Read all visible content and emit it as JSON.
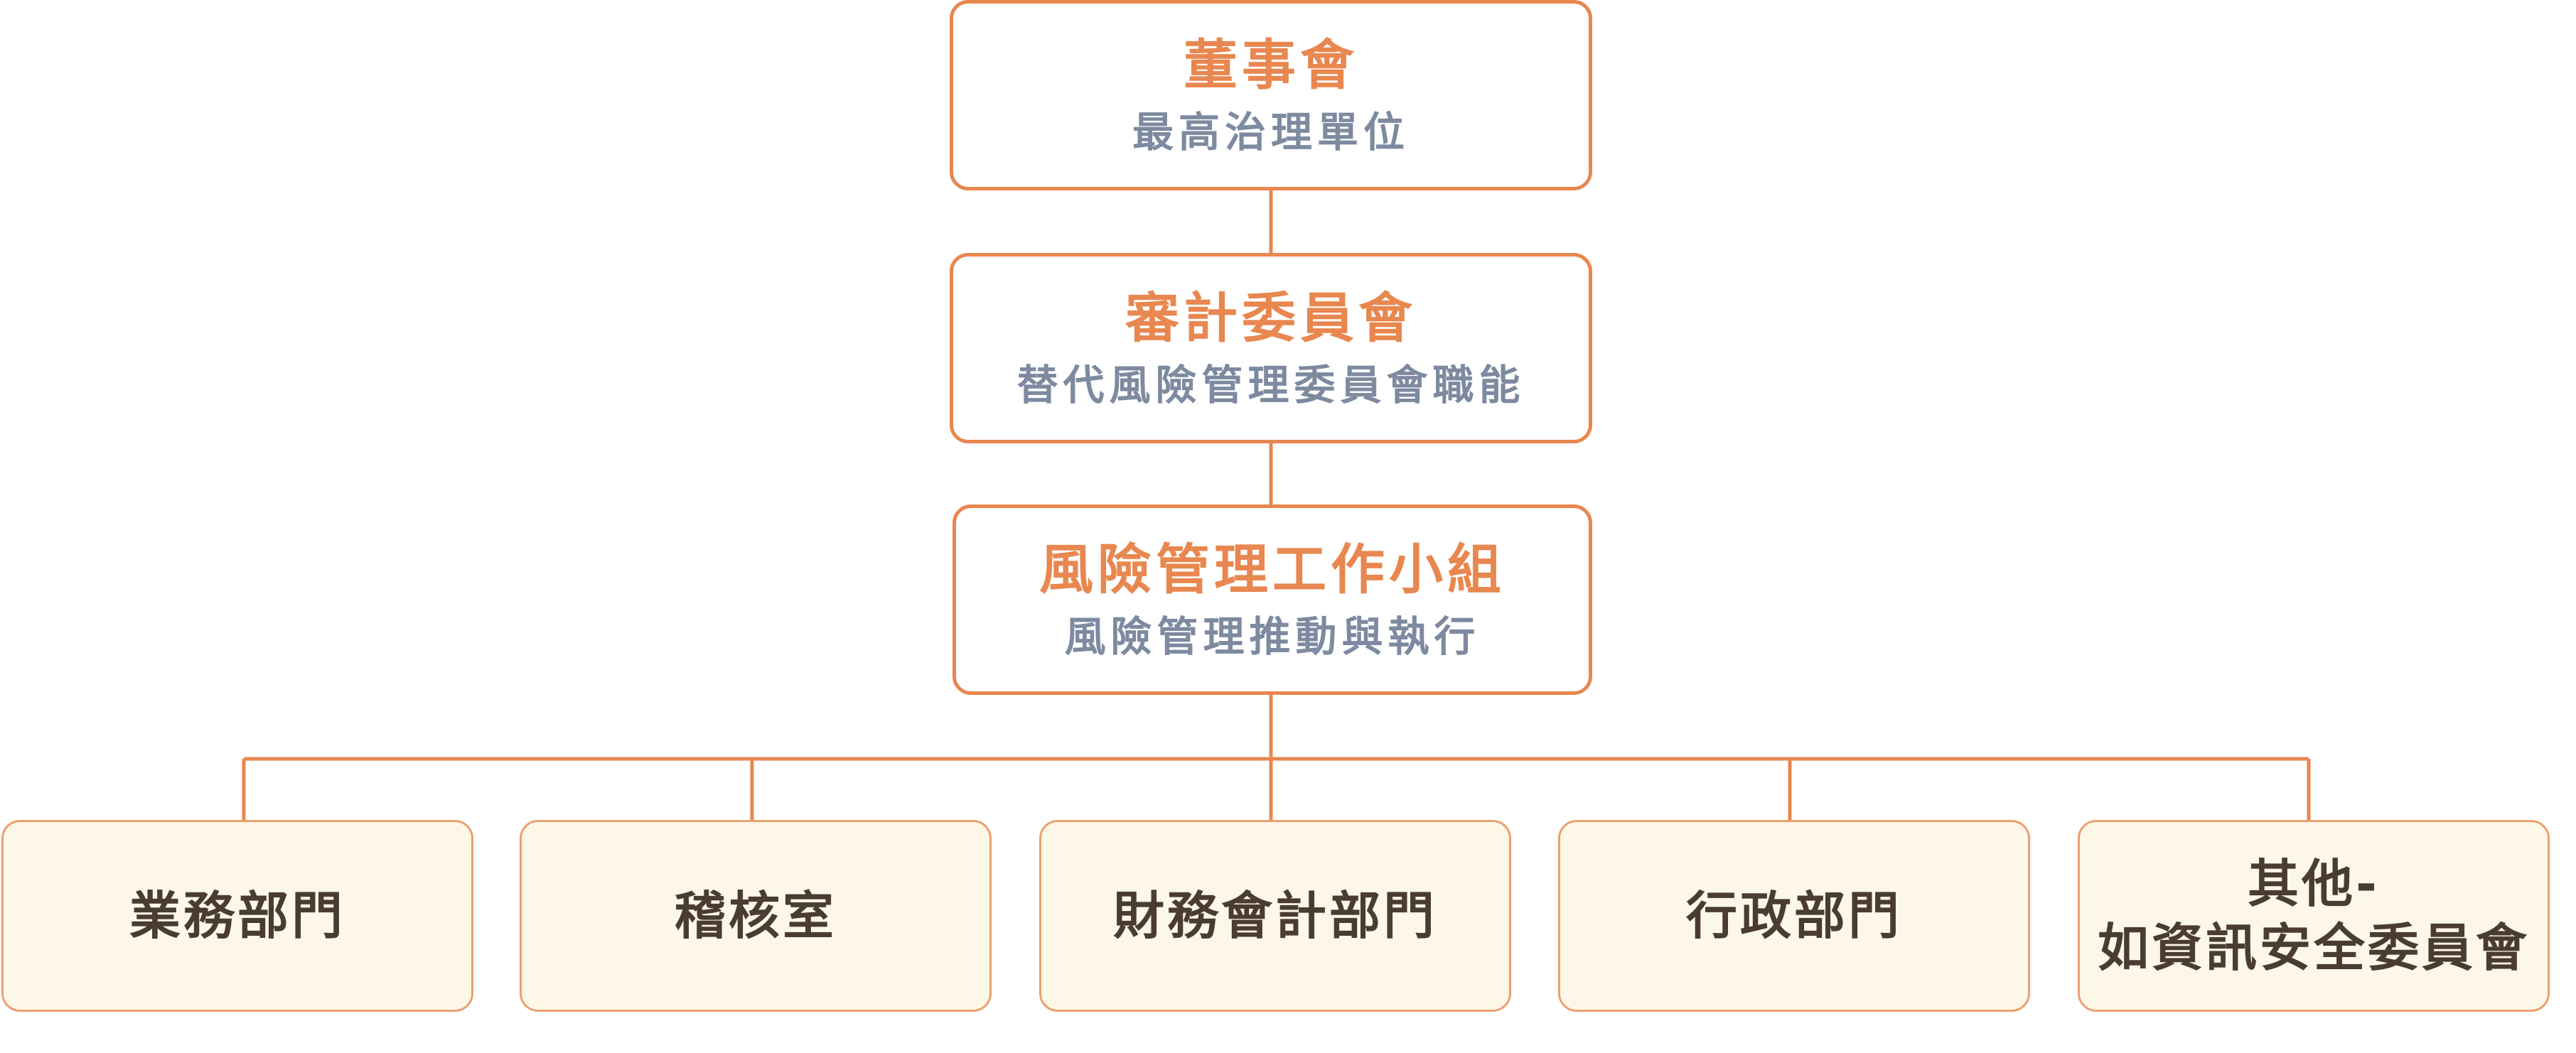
{
  "diagram": {
    "colors": {
      "accent": "#E8874F",
      "subtitle_text": "#7D8AA0",
      "department_fill": "#FDF7E8",
      "department_text": "#4A3C30"
    },
    "levels": [
      {
        "title": "董事會",
        "subtitle": "最高治理單位"
      },
      {
        "title": "審計委員會",
        "subtitle": "替代風險管理委員會職能"
      },
      {
        "title": "風險管理工作小組",
        "subtitle": "風險管理推動與執行"
      }
    ],
    "departments": [
      {
        "label": "業務部門"
      },
      {
        "label": "稽核室"
      },
      {
        "label": "財務會計部門"
      },
      {
        "label": "行政部門"
      },
      {
        "label_line1": "其他-",
        "label_line2": "如資訊安全委員會"
      }
    ]
  }
}
